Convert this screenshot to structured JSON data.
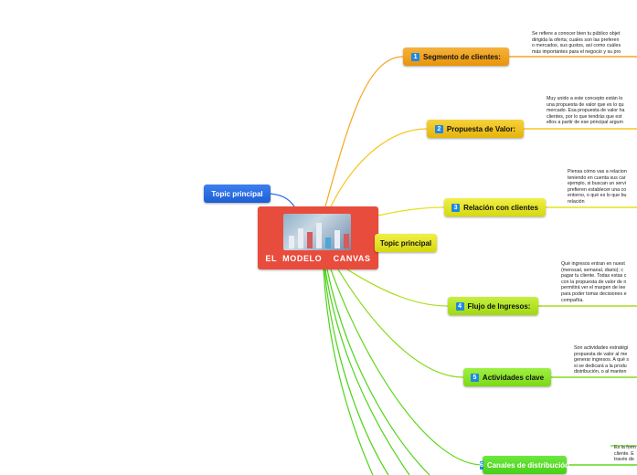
{
  "central": {
    "title": "EL  MODELO    CANVAS"
  },
  "floating": [
    {
      "label": "Topic principal"
    },
    {
      "label": "Topic principal"
    }
  ],
  "topics": [
    {
      "num": "1",
      "label": "Segmento de clientes:",
      "desc": "Se refiere a conocer bien tu público objet\ndirigida la oferta; cuales son las preferen\no mercados, sus gustos, así como cuáles\nmás importantes para el negocio y su pro"
    },
    {
      "num": "2",
      "label": "Propuesta de Valor:",
      "desc": "Muy unido a este concepto están lo\nuna propuesta de valor que es lo qu\nmercado. Esa propuesta de valor ha\nclientes, por lo que tendrás que est\nellos a partir de ese principal argum"
    },
    {
      "num": "3",
      "label": "Relación con clientes",
      "desc": "Piensa cómo vas a relacion\nteniendo en cuenta sus car\nejemplo, si buscan un servi\nprefieren establecer una co\nentorno, o qué es lo que bu\nrelación"
    },
    {
      "num": "4",
      "label": "Flujo de Ingresos:",
      "desc": "Qué ingresos entran en nuest\n(mensual, semanal, diario); c\npagar tu cliente. Todas estas c\ncon la propuesta de valor de n\npermitirá ver el margen de lee\npara poder tomar decisiones e\ncompañía."
    },
    {
      "num": "5",
      "label": "Actividades clave",
      "desc": "Son actividades estratégi\npropuesta de valor al me\ngenerar ingresos. A qué s\nsi se dedicará a la produ\ndistribución, o al manten"
    },
    {
      "num": "6",
      "label": "Canales de distribución",
      "desc": "Es la form\ncliente. E\ntravés de"
    }
  ]
}
